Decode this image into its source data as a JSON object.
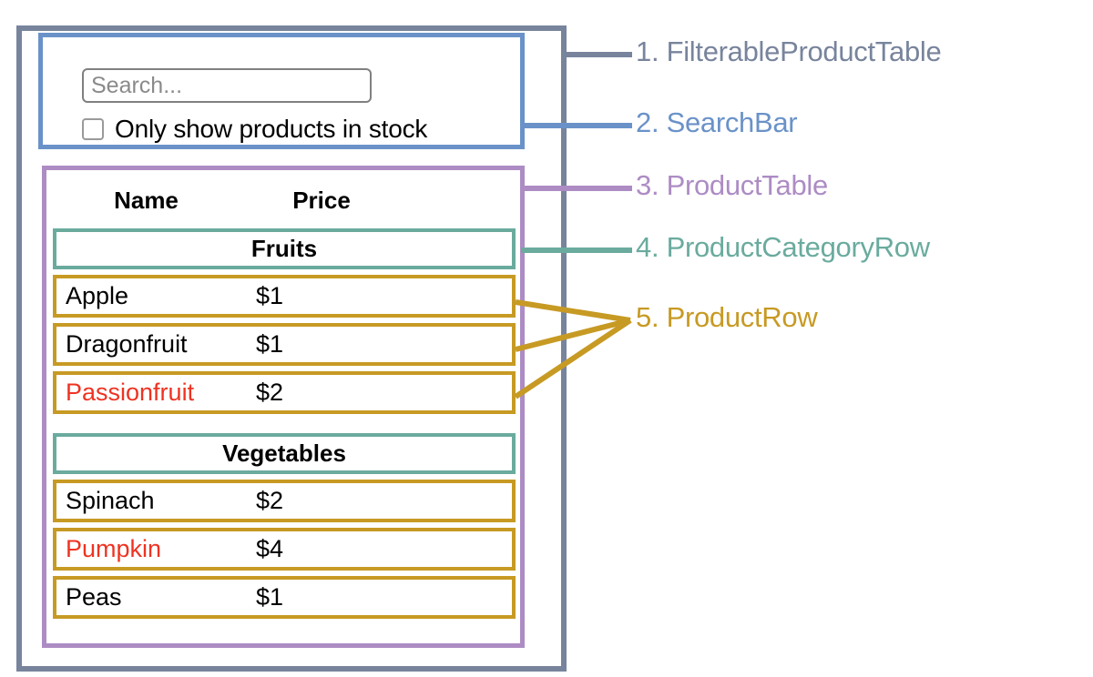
{
  "colors": {
    "outer": "#78849c",
    "blue": "#6a92c8",
    "purple": "#ad8cc4",
    "teal": "#6aab9e",
    "gold": "#c79a24",
    "red": "#ee3322",
    "text": "#000000"
  },
  "search_bar": {
    "input_value": "",
    "input_placeholder": "Search...",
    "checkbox_checked": false,
    "checkbox_label": "Only show products in stock"
  },
  "product_table": {
    "columns": [
      "Name",
      "Price"
    ],
    "groups": [
      {
        "category": "Fruits",
        "products": [
          {
            "name": "Apple",
            "price": "$1",
            "in_stock": true
          },
          {
            "name": "Dragonfruit",
            "price": "$1",
            "in_stock": true
          },
          {
            "name": "Passionfruit",
            "price": "$2",
            "in_stock": false
          }
        ]
      },
      {
        "category": "Vegetables",
        "products": [
          {
            "name": "Spinach",
            "price": "$2",
            "in_stock": true
          },
          {
            "name": "Pumpkin",
            "price": "$4",
            "in_stock": false
          },
          {
            "name": "Peas",
            "price": "$1",
            "in_stock": true
          }
        ]
      }
    ]
  },
  "legend": [
    {
      "number": "1.",
      "name": "FilterableProductTable",
      "label": "1. FilterableProductTable",
      "color": "#78849c"
    },
    {
      "number": "2.",
      "name": "SearchBar",
      "label": "2. SearchBar",
      "color": "#6a92c8"
    },
    {
      "number": "3.",
      "name": "ProductTable",
      "label": "3. ProductTable",
      "color": "#ad8cc4"
    },
    {
      "number": "4.",
      "name": "ProductCategoryRow",
      "label": "4. ProductCategoryRow",
      "color": "#6aab9e"
    },
    {
      "number": "5.",
      "name": "ProductRow",
      "label": "5. ProductRow",
      "color": "#c79a24"
    }
  ]
}
